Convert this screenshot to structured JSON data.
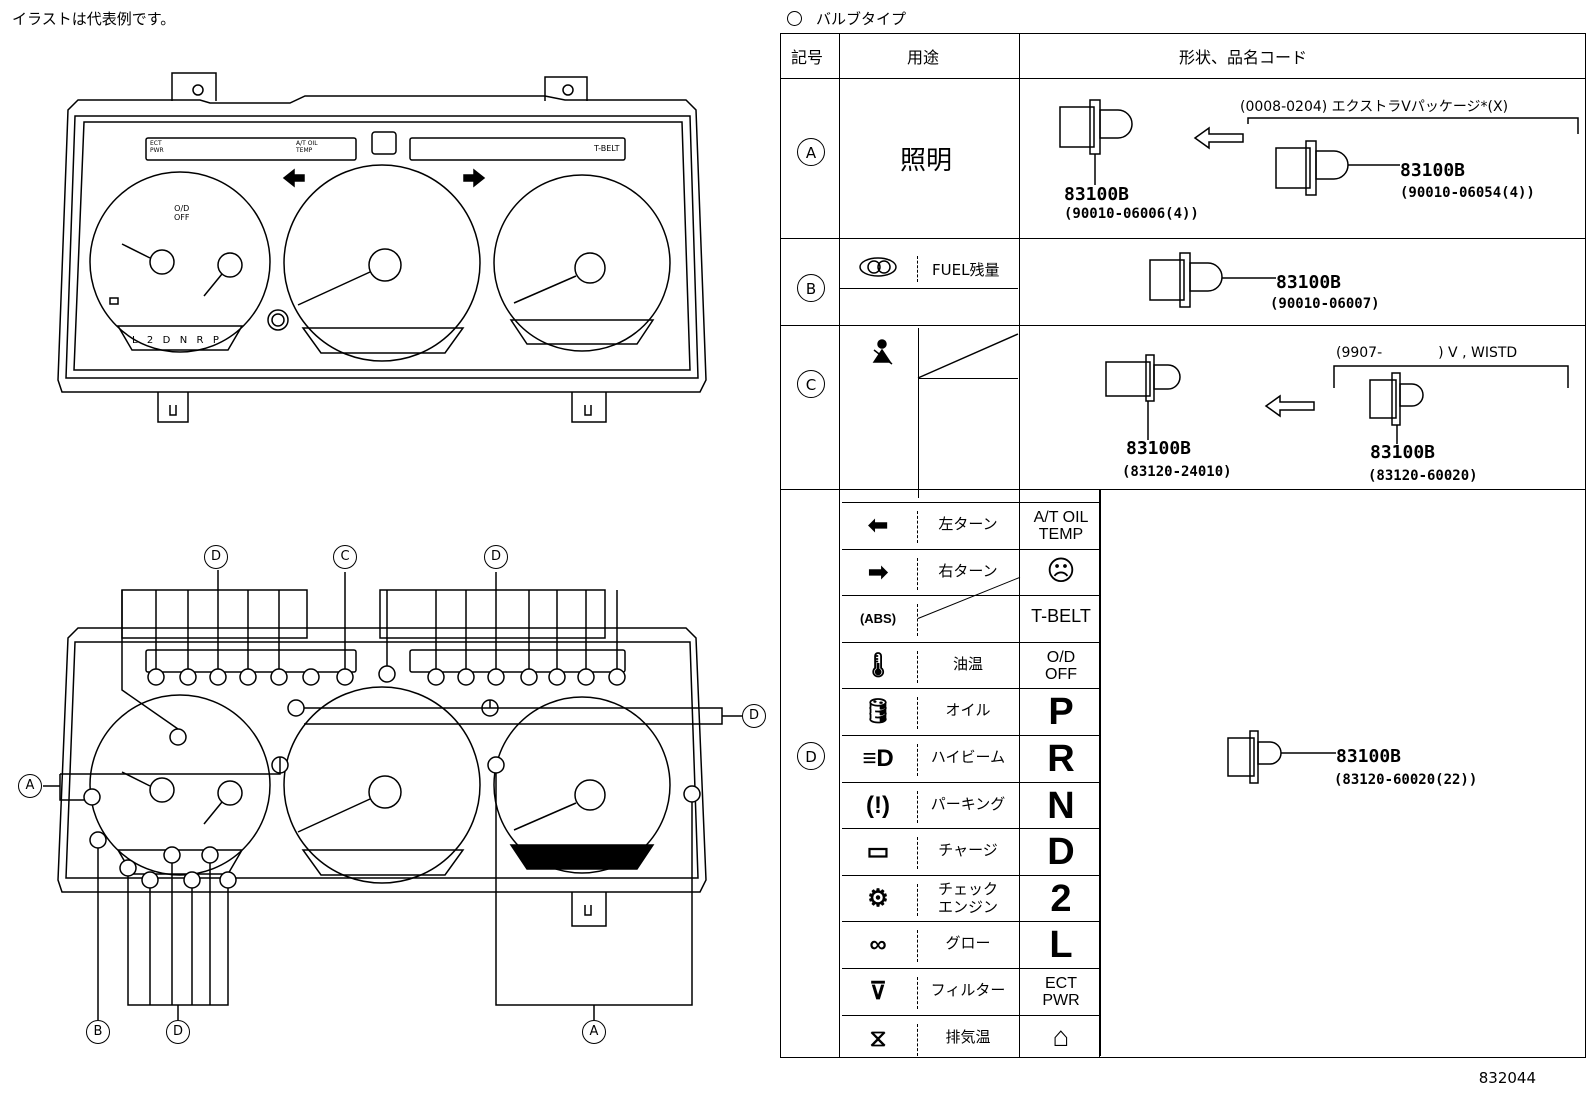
{
  "note": "イラストは代表例です。",
  "figure_number": "832044",
  "table": {
    "title": "バルブタイプ",
    "headers": {
      "symbol": "記号",
      "usage": "用途",
      "shape": "形状、品名コード"
    },
    "row_a": {
      "label": "A",
      "usage": "照明",
      "left_part": "83100B",
      "left_code": "(90010-06006(4))",
      "right_note": "(0008-0204) エクストラVパッケージ*(X)",
      "right_part": "83100B",
      "right_code": "(90010-06054(4))"
    },
    "row_b": {
      "label": "B",
      "usage": "FUEL残量",
      "part": "83100B",
      "code": "(90010-06007)"
    },
    "row_c": {
      "label": "C",
      "left_part": "83100B",
      "left_code": "(83120-24010)",
      "right_note": "(9907-　　　　) V , WISTD",
      "right_part": "83100B",
      "right_code": "(83120-60020)"
    },
    "row_d": {
      "label": "D",
      "items": [
        {
          "icon": "left-arrow-icon",
          "label": "左ターン",
          "right": "A/T OIL\nTEMP"
        },
        {
          "icon": "right-arrow-icon",
          "label": "右ターン",
          "right": "airbag-icon"
        },
        {
          "icon": "abs-icon",
          "label": "",
          "right": "T-BELT"
        },
        {
          "icon": "oil-temp-icon",
          "label": "油温",
          "right": "O/D\nOFF"
        },
        {
          "icon": "oil-icon",
          "label": "オイル",
          "right": "P"
        },
        {
          "icon": "high-beam-icon",
          "label": "ハイビーム",
          "right": "R"
        },
        {
          "icon": "parking-icon",
          "label": "パーキング",
          "right": "N"
        },
        {
          "icon": "charge-icon",
          "label": "チャージ",
          "right": "D"
        },
        {
          "icon": "check-engine-icon",
          "label": "チェック\nエンジン",
          "right": "2"
        },
        {
          "icon": "glow-icon",
          "label": "グロー",
          "right": "L"
        },
        {
          "icon": "filter-icon",
          "label": "フィルター",
          "right": "ECT\nPWR"
        },
        {
          "icon": "exhaust-temp-icon",
          "label": "排気温",
          "right": "door-icon"
        }
      ],
      "part": "83100B",
      "code": "(83120-60020(22))"
    }
  },
  "cluster_top": {
    "od_off": "O/D\nOFF",
    "shift": "L  2  D  N  R  P",
    "tbelt": "T-BELT",
    "ect_pwr": "ECT\nPWR",
    "at_oil": "A/T OIL\nTEMP"
  },
  "cluster_bottom_callouts": [
    "A",
    "B",
    "C",
    "D"
  ]
}
